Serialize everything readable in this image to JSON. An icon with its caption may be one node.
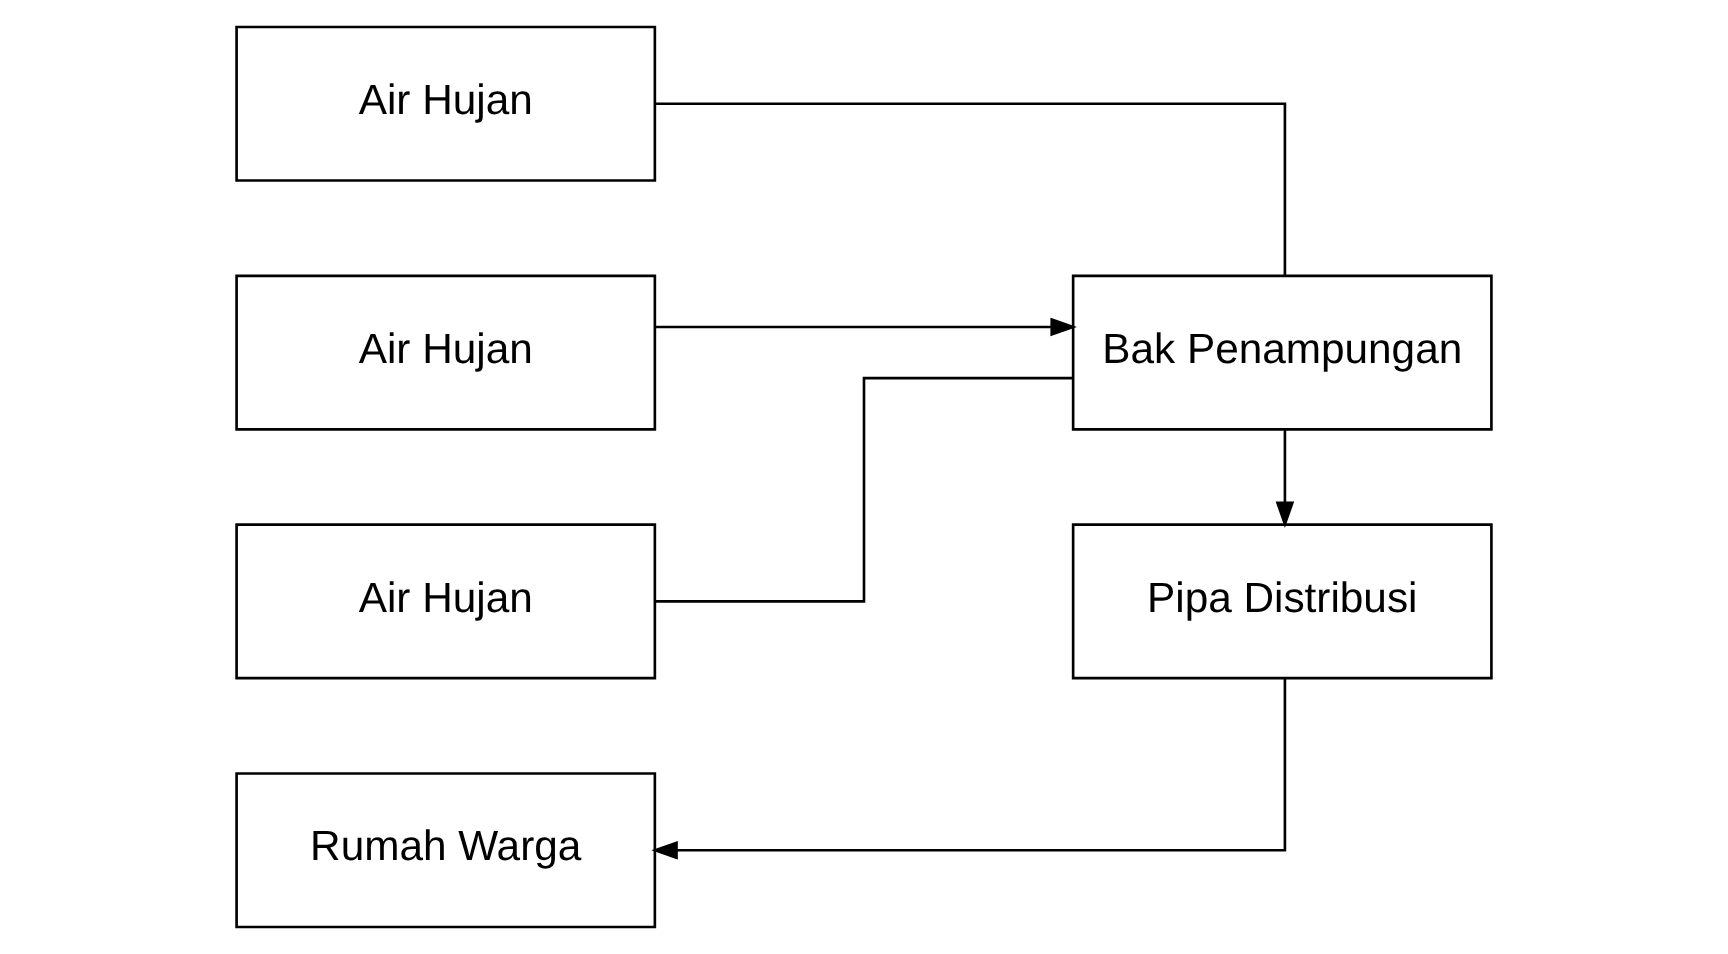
{
  "diagram": {
    "nodes": [
      {
        "text": [
          "Air Hujan"
        ]
      },
      {
        "text": [
          "Air Hujan"
        ]
      },
      {
        "text": [
          "Air Hujan"
        ]
      },
      {
        "text": [
          "Bak Penampungan"
        ]
      },
      {
        "text": [
          "Pipa Distribusi"
        ]
      },
      {
        "text": [
          "Rumah Warga"
        ]
      }
    ],
    "edges": [
      {
        "from": 0,
        "to": 3,
        "arrow": "none"
      },
      {
        "from": 1,
        "to": 3,
        "arrow": "to"
      },
      {
        "from": 2,
        "to": 3,
        "arrow": "none"
      },
      {
        "from": 3,
        "to": 4,
        "arrow": "to"
      },
      {
        "from": 4,
        "to": 5,
        "arrow": "to"
      }
    ]
  }
}
